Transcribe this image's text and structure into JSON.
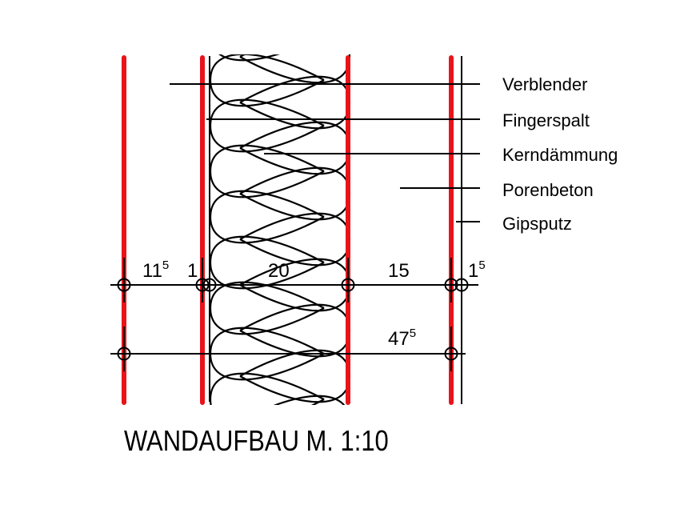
{
  "title": "WANDAUFBAU M. 1:10",
  "layers": [
    "Verblender",
    "Fingerspalt",
    "Kerndämmung",
    "Porenbeton",
    "Gipsputz"
  ],
  "dimensions": {
    "row1": [
      {
        "base": "11",
        "sup": "5"
      },
      {
        "base": "1",
        "sup": ""
      },
      {
        "base": "20",
        "sup": ""
      },
      {
        "base": "15",
        "sup": ""
      },
      {
        "base": "1",
        "sup": "5"
      }
    ],
    "total": {
      "base": "47",
      "sup": "5"
    }
  },
  "colors": {
    "wall_line": "#e8141b",
    "ink": "#000000"
  }
}
